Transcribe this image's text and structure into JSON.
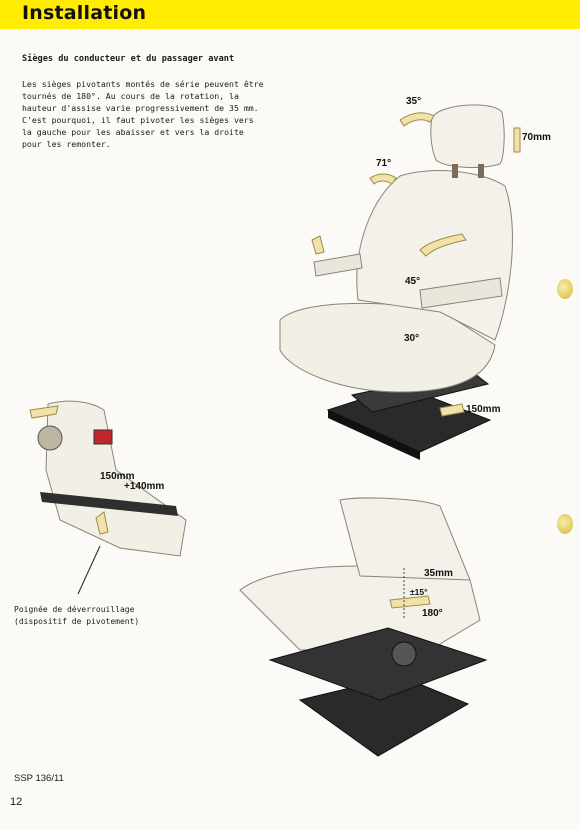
{
  "header": {
    "title": "Installation"
  },
  "section": {
    "subtitle": "Sièges du conducteur et du passager avant",
    "paragraph_lines": [
      "Les sièges pivotants montés de série peuvent être",
      "tournés de 180°. Au cours de la rotation, la",
      "hauteur d'assise varie progressivement de 35 mm.",
      "C'est pourquoi, il faut pivoter les sièges vers",
      "la gauche pour les abaisser et vers la droite",
      "pour les remonter."
    ]
  },
  "figure_top_labels": {
    "headrest_tilt": "35°",
    "headrest_height": "70mm",
    "backrest_angle": "71°",
    "armrest_angle_45": "45°",
    "armrest_angle_30": "30°",
    "rail_travel": "150mm"
  },
  "figure_left_labels": {
    "rail_150": "150mm",
    "rail_140": "+140mm"
  },
  "figure_left_caption": {
    "line1": "Poignée de déverrouillage",
    "line2": "(dispositif de pivotement)"
  },
  "figure_bottom_labels": {
    "height_change": "35mm",
    "angle_15": "±15°",
    "rotation": "180°"
  },
  "footer": {
    "reference": "SSP 136/11",
    "page_number": "12"
  },
  "colors": {
    "header_bg": "#ffec00",
    "arrow_fill": "#f2e2a8",
    "seat_fill": "#f1efe6"
  }
}
